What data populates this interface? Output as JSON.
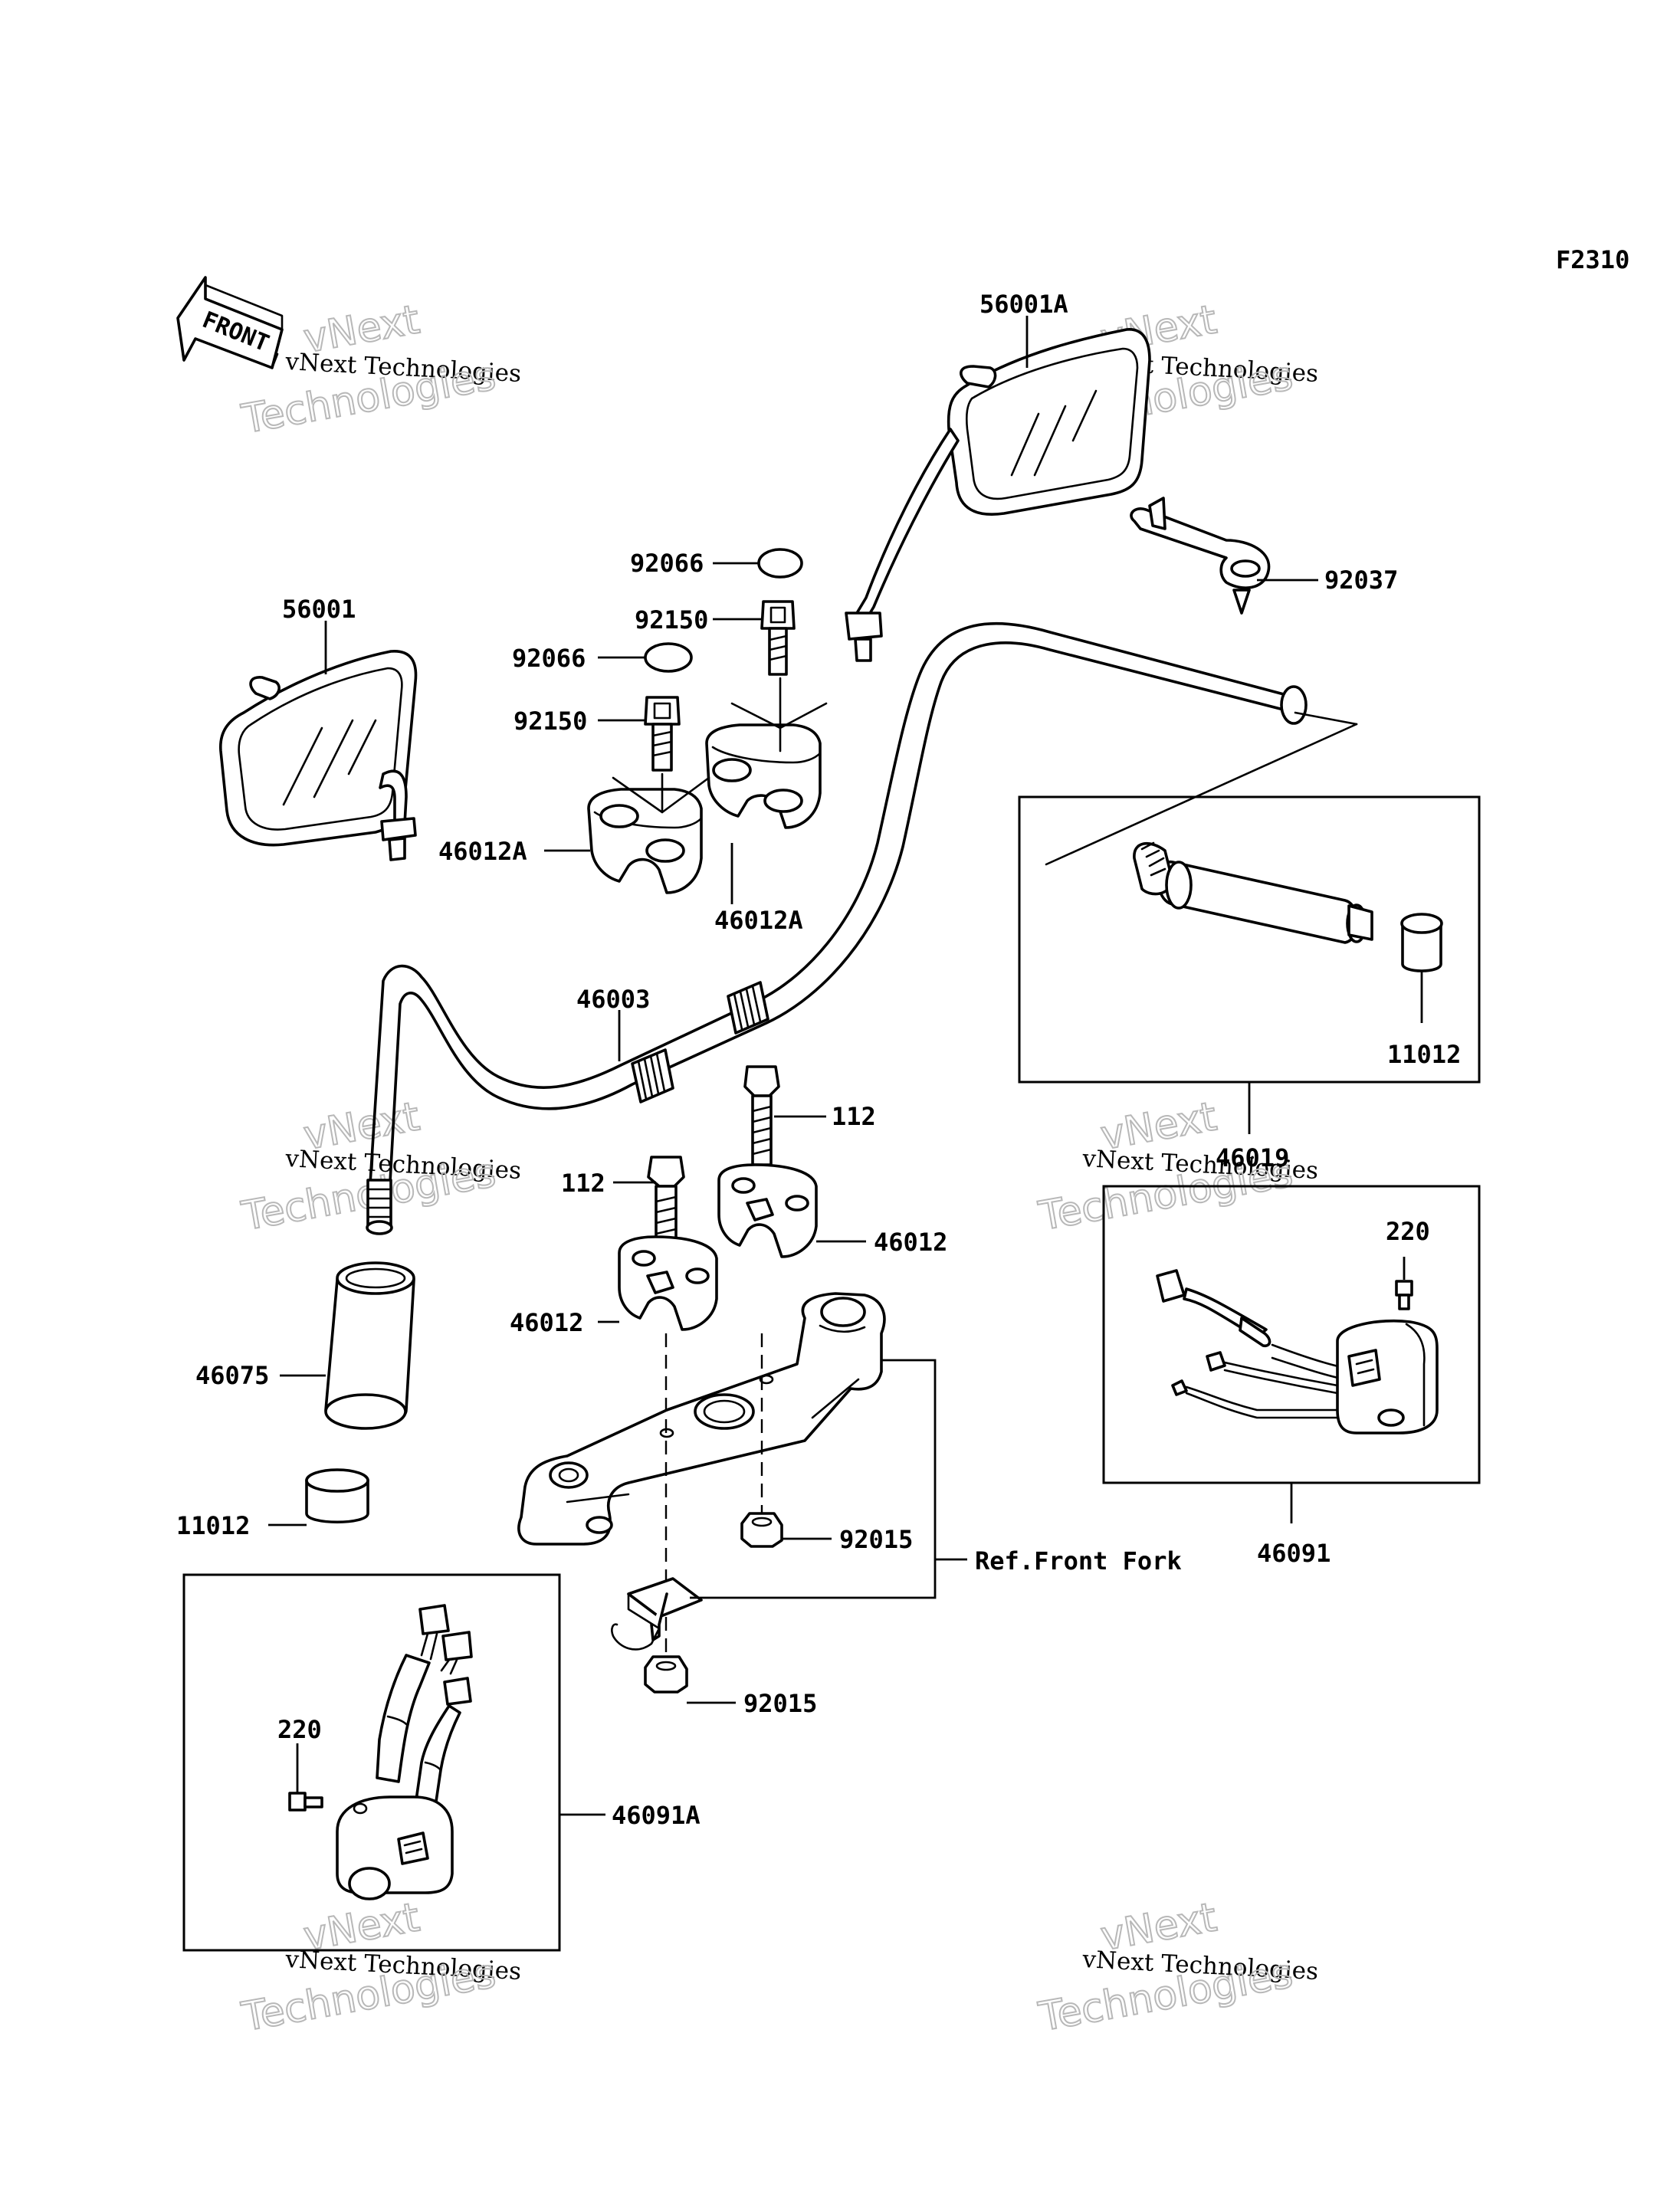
{
  "figure_code": "F2310",
  "front_arrow": "FRONT",
  "watermark": {
    "line1": "vNext Technologies",
    "line2": "Technologies",
    "top": "vNext"
  },
  "labels": {
    "p56001A": "56001A",
    "p56001": "56001",
    "p92037": "92037",
    "p92066_a": "92066",
    "p92150_a": "92150",
    "p92066_b": "92066",
    "p92150_b": "92150",
    "p46012A_a": "46012A",
    "p46012A_b": "46012A",
    "p46003": "46003",
    "p11012_a": "11012",
    "p46019": "46019",
    "p112_a": "112",
    "p112_b": "112",
    "p46012_a": "46012",
    "p46012_b": "46012",
    "p220_a": "220",
    "p46075": "46075",
    "p11012_b": "11012",
    "p92015_a": "92015",
    "p92015_b": "92015",
    "ref_front_fork": "Ref.Front Fork",
    "p46091": "46091",
    "p220_b": "220",
    "p46091A": "46091A"
  }
}
